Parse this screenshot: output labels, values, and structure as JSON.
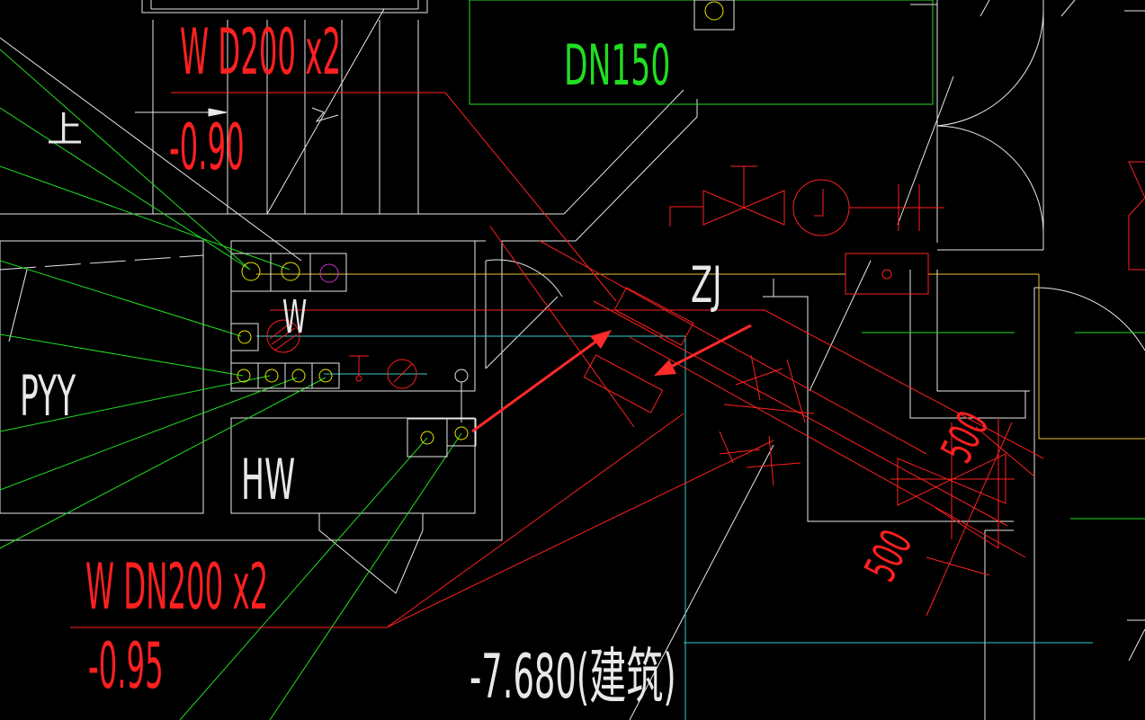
{
  "colors": {
    "background": "#000000",
    "white": "#ffffff",
    "red": "#ff2020",
    "green": "#22dd22",
    "yellow": "#e8e800",
    "cyan": "#33cccc",
    "magenta": "#cc33cc",
    "orange": "#ffbb44",
    "annotation_arrow": "#ff2a2a"
  },
  "labels": {
    "pipe_top": "W D200 x2",
    "elev_top": "-0.90",
    "dn150": "DN150",
    "zj": "ZJ",
    "pyy": "PYY",
    "hw": "HW",
    "w_small": "W",
    "pipe_bottom": "W DN200 x2",
    "elev_bottom": "-0.95",
    "elev_building": "-7.680(建筑)",
    "dim_upper": "500",
    "dim_lower": "500",
    "up_mark": "上"
  }
}
